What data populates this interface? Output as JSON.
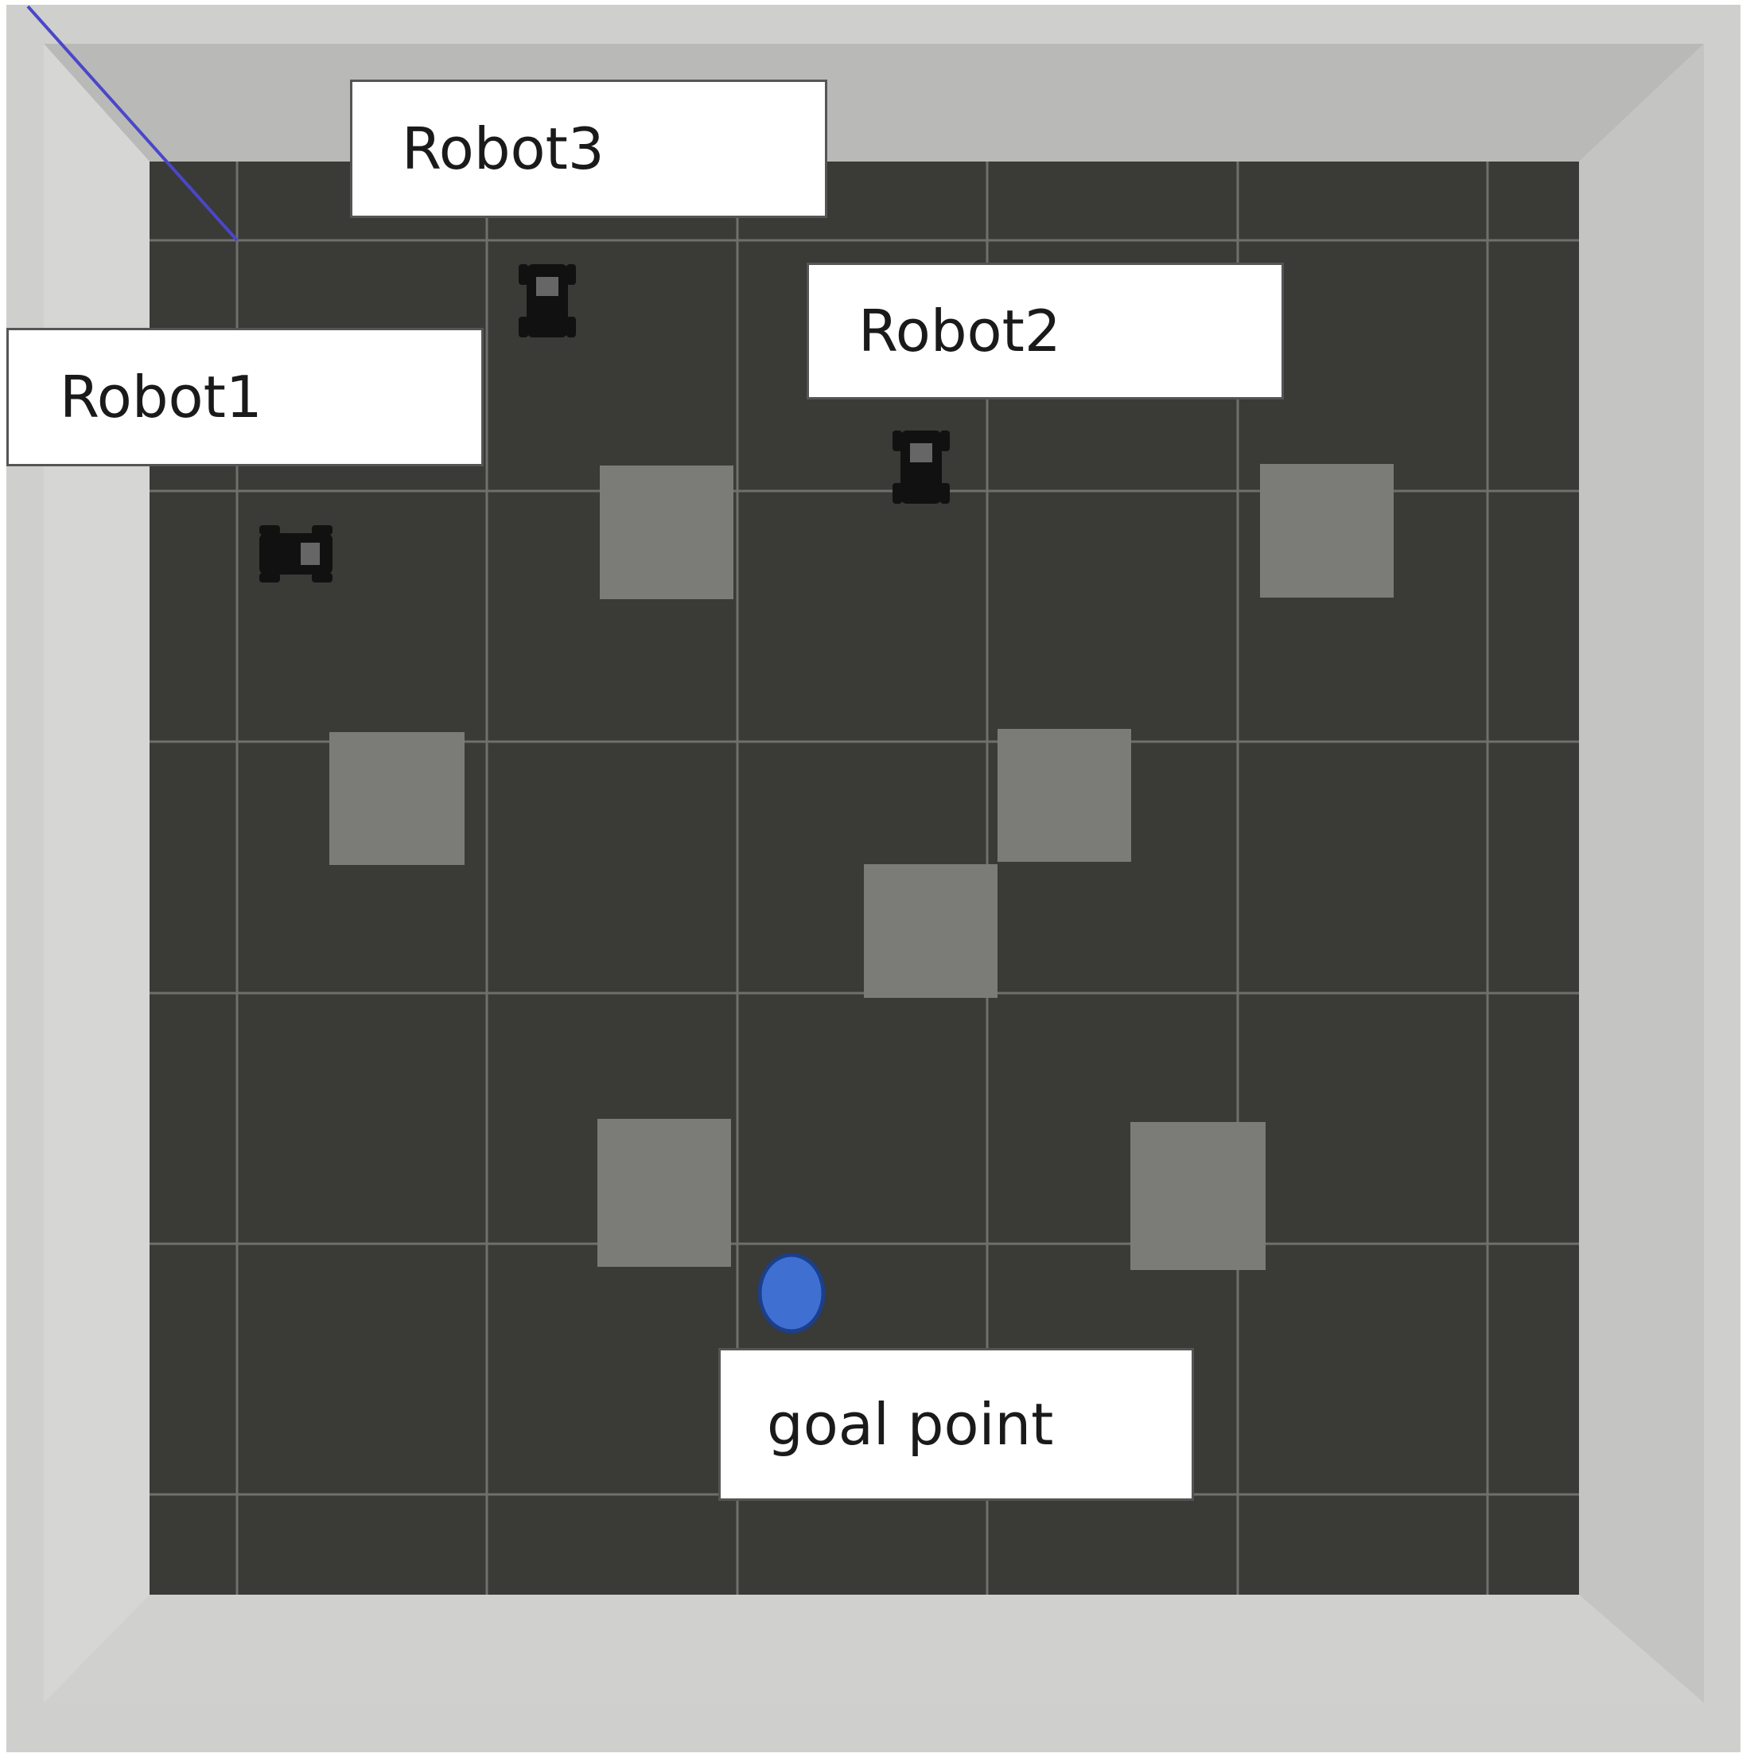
{
  "scene": {
    "labels": {
      "robot1": "Robot1",
      "robot2": "Robot2",
      "robot3": "Robot3",
      "goal": "goal point"
    },
    "colors": {
      "outer_wall": "#c8c9c6",
      "inner_wall_top": "#b9bab7",
      "inner_wall_side": "#d3d4d1",
      "floor": "#3a3a36",
      "grid_line": "#6f706c",
      "obstacle": "#7a7a76",
      "robot": "#111111",
      "goal_marker": "#3f6fd1",
      "goal_marker_outline": "#1c3f8a",
      "trajectory_line": "#4b47c9"
    },
    "icons": {
      "robot": "robot-car-icon",
      "goal": "goal-marker-icon"
    }
  }
}
